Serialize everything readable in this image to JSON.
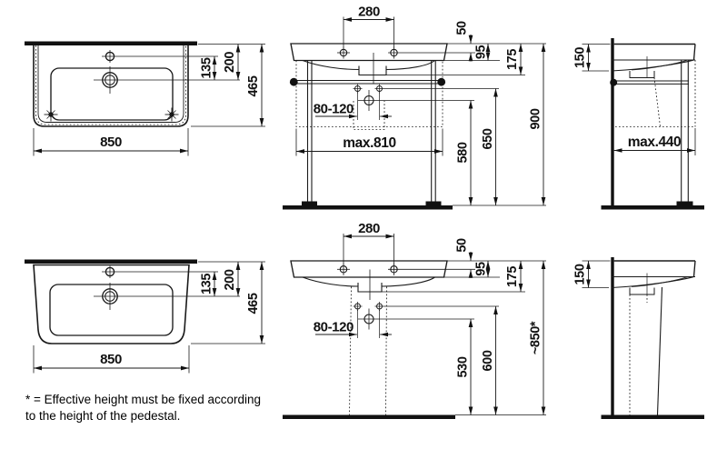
{
  "drawing": {
    "background": "#ffffff",
    "line_color": "#1a1a1a",
    "symbols": {
      "tap_hole": "crosshair-circle",
      "waste_outlet": "target-circle",
      "fixing_bolt": "cross-star-dot"
    },
    "views": {
      "top_plan_frame": {
        "width": "850",
        "depth": "465",
        "top_to_drain": "200",
        "tap_to_drain": "135"
      },
      "front_frame": {
        "hole_spacing": "280",
        "top_to_holes": "50",
        "apron": "95",
        "front_height": "175",
        "outlet_range": "80-120",
        "max_width": "max.810",
        "drain_height": "580",
        "holes_height": "650",
        "overall_height": "900"
      },
      "side_frame": {
        "front_thickness": "150",
        "max_depth": "max.440"
      },
      "top_plan_pedestal": {
        "width": "850",
        "depth": "465",
        "top_to_drain": "200",
        "tap_to_drain": "135"
      },
      "front_pedestal": {
        "hole_spacing": "280",
        "top_to_holes": "50",
        "apron": "95",
        "front_height": "175",
        "outlet_range": "80-120",
        "drain_height": "530",
        "holes_height": "600",
        "overall_height": "~850*"
      },
      "side_pedestal": {
        "front_thickness": "150"
      }
    },
    "footnote": {
      "line1": "* = Effective height must be fixed according",
      "line2": "to the height of the pedestal."
    }
  }
}
